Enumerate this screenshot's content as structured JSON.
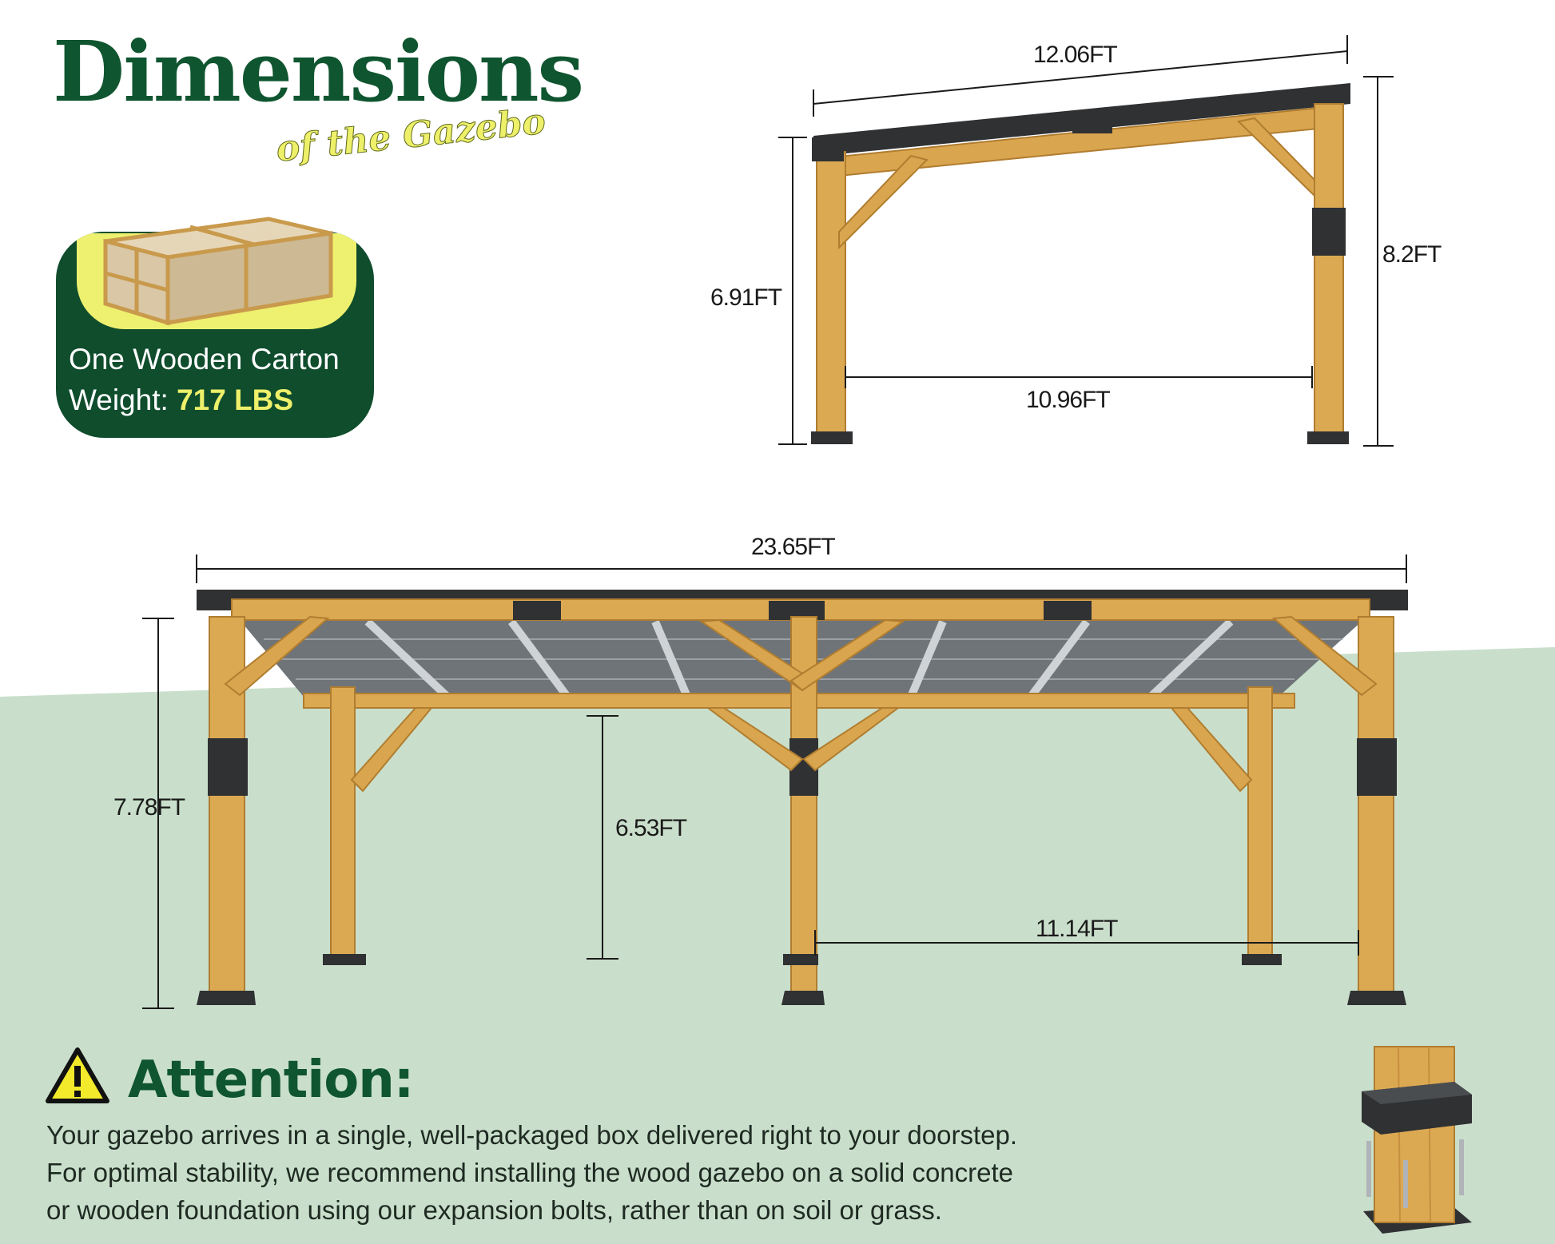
{
  "header": {
    "title": "Dimensions",
    "subtitle": "of the Gazebo"
  },
  "carton": {
    "line1": "One Wooden Carton",
    "weight_label": "Weight:",
    "weight_value": "717 LBS"
  },
  "side_view": {
    "width_top": "12.06FT",
    "height_low": "6.91FT",
    "height_high": "8.2FT",
    "span_bottom": "10.96FT"
  },
  "front_view": {
    "length_total": "23.65FT",
    "height_total": "7.78FT",
    "clearance": "6.53FT",
    "post_span": "11.14FT"
  },
  "attention": {
    "heading": "Attention:",
    "lines": [
      "Your gazebo arrives in a single, well-packaged box delivered right to your doorstep.",
      "For optimal stability, we recommend installing the wood gazebo on a solid concrete",
      "or wooden foundation using our expansion bolts, rather than on soil or grass."
    ]
  },
  "colors": {
    "brand_green": "#0f5530",
    "accent_yellow": "#eef06a",
    "background_green": "#c9dfcb",
    "wood": "#d9a54e",
    "metal": "#2f3133"
  }
}
